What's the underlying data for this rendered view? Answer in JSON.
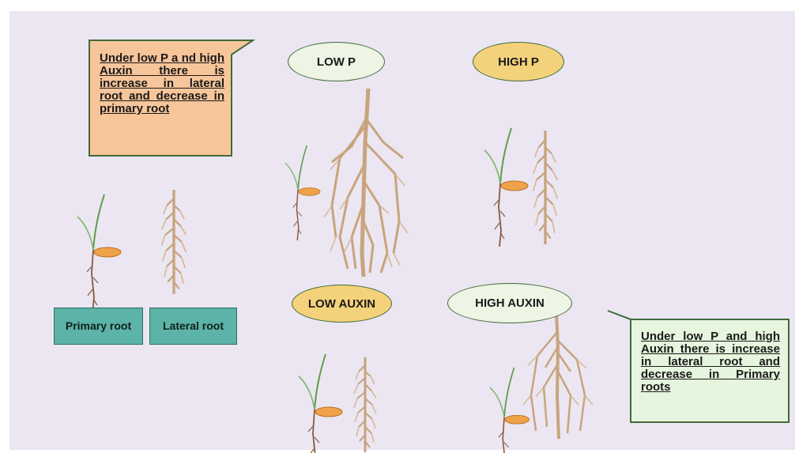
{
  "callouts": {
    "top_left": "Under low P a nd high Auxin there is increase in lateral root and decrease in primary root",
    "bottom_right": "Under low P and high Auxin there is increase in lateral root and decrease in Primary roots"
  },
  "conditions": {
    "low_p": "LOW P",
    "high_p": "HIGH P",
    "low_auxin": "LOW AUXIN",
    "high_auxin": "HIGH AUXIN"
  },
  "legend": {
    "primary_root": "Primary root",
    "lateral_root": "Lateral root"
  },
  "colors": {
    "background": "#ebe6f2",
    "callout_orange": "#f7c59a",
    "callout_green": "#e6f5dd",
    "pill_light": "#eef5e4",
    "pill_yellow": "#f4d27b",
    "label_teal": "#5cb3a7",
    "seed": "#f0a24a",
    "root": "#c8a47e",
    "leaf": "#5e9e4a"
  }
}
